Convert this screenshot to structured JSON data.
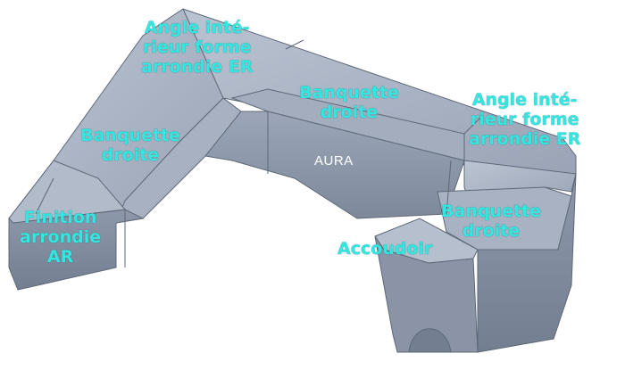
{
  "labels": {
    "angle_left": [
      "Angle inté-",
      "rieur forme",
      "arrondie ER"
    ],
    "angle_right": [
      "Angle inté-",
      "rieur forme",
      "arrondie ER"
    ],
    "banquette_top": [
      "Banquette",
      "droite"
    ],
    "banquette_left": [
      "Banquette",
      "droite"
    ],
    "banquette_right": [
      "Banquette",
      "droite"
    ],
    "finition": [
      "Finition",
      "arrondie",
      "AR"
    ],
    "accoudoir": "Accoudoir",
    "model": "AURA"
  },
  "colors": {
    "label": "#33e6e0",
    "sofa_top": "#a9b3c3",
    "sofa_side": "#8d97a8",
    "sofa_dark": "#6f7a8c",
    "edge": "#5e6878"
  }
}
